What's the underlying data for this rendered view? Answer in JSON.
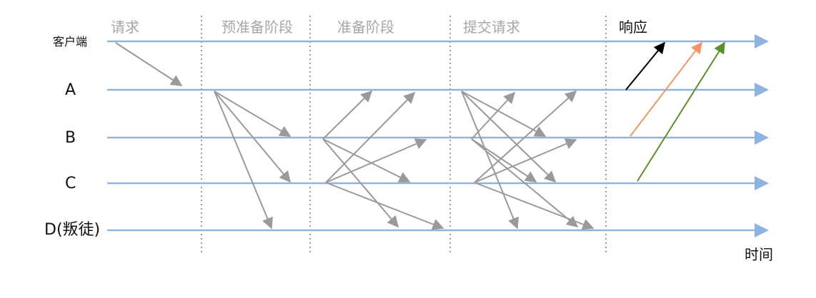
{
  "nodes": [
    {
      "id": "client",
      "label": "客户端"
    },
    {
      "id": "A",
      "label": "A"
    },
    {
      "id": "B",
      "label": "B"
    },
    {
      "id": "C",
      "label": "C"
    },
    {
      "id": "D",
      "label": "D(叛徒)"
    }
  ],
  "phases": [
    {
      "id": "request",
      "label": "请求"
    },
    {
      "id": "pre-prepare",
      "label": "预准备阶段"
    },
    {
      "id": "prepare",
      "label": "准备阶段"
    },
    {
      "id": "commit",
      "label": "提交请求"
    },
    {
      "id": "reply",
      "label": "响应"
    }
  ],
  "time_label": "时间",
  "colors": {
    "timeline": "#8fb3e0",
    "message": "#9a9a9a",
    "divider": "#9a9a9a",
    "reply_a": "#000000",
    "reply_b": "#f0956a",
    "reply_c": "#5a8f2a"
  },
  "messages": [
    {
      "phase": "request",
      "from": "client",
      "to": "A"
    },
    {
      "phase": "pre-prepare",
      "from": "A",
      "to": "B"
    },
    {
      "phase": "pre-prepare",
      "from": "A",
      "to": "C"
    },
    {
      "phase": "pre-prepare",
      "from": "A",
      "to": "D"
    },
    {
      "phase": "prepare",
      "from": "B",
      "to": "A"
    },
    {
      "phase": "prepare",
      "from": "B",
      "to": "C"
    },
    {
      "phase": "prepare",
      "from": "B",
      "to": "D"
    },
    {
      "phase": "prepare",
      "from": "C",
      "to": "A"
    },
    {
      "phase": "prepare",
      "from": "C",
      "to": "B"
    },
    {
      "phase": "prepare",
      "from": "C",
      "to": "D"
    },
    {
      "phase": "commit",
      "from": "A",
      "to": "B"
    },
    {
      "phase": "commit",
      "from": "A",
      "to": "C"
    },
    {
      "phase": "commit",
      "from": "A",
      "to": "D"
    },
    {
      "phase": "commit",
      "from": "B",
      "to": "A"
    },
    {
      "phase": "commit",
      "from": "B",
      "to": "C"
    },
    {
      "phase": "commit",
      "from": "B",
      "to": "D"
    },
    {
      "phase": "commit",
      "from": "C",
      "to": "A"
    },
    {
      "phase": "commit",
      "from": "C",
      "to": "B"
    },
    {
      "phase": "commit",
      "from": "C",
      "to": "D"
    },
    {
      "phase": "reply",
      "from": "A",
      "to": "client"
    },
    {
      "phase": "reply",
      "from": "B",
      "to": "client"
    },
    {
      "phase": "reply",
      "from": "C",
      "to": "client"
    }
  ]
}
